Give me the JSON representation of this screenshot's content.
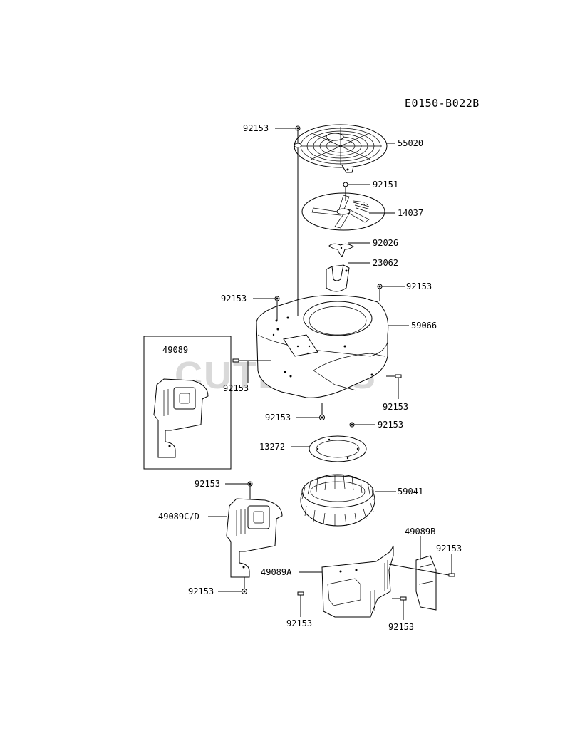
{
  "diagram_code": "E0150-B022B",
  "watermark": "CUTLER'S",
  "labels": {
    "l_92153_top": "92153",
    "l_55020": "55020",
    "l_92151": "92151",
    "l_14037": "14037",
    "l_92026": "92026",
    "l_23062": "23062",
    "l_92153_a": "92153",
    "l_92153_b": "92153",
    "l_59066": "59066",
    "l_49089": "49089",
    "l_92153_c": "92153",
    "l_92153_d": "92153",
    "l_92153_e": "92153",
    "l_92153_f": "92153",
    "l_13272": "13272",
    "l_92153_g": "92153",
    "l_59041": "59041",
    "l_49089cd": "49089C/D",
    "l_49089b": "49089B",
    "l_92153_h": "92153",
    "l_49089a": "49089A",
    "l_92153_i": "92153",
    "l_92153_j": "92153",
    "l_92153_k": "92153"
  }
}
